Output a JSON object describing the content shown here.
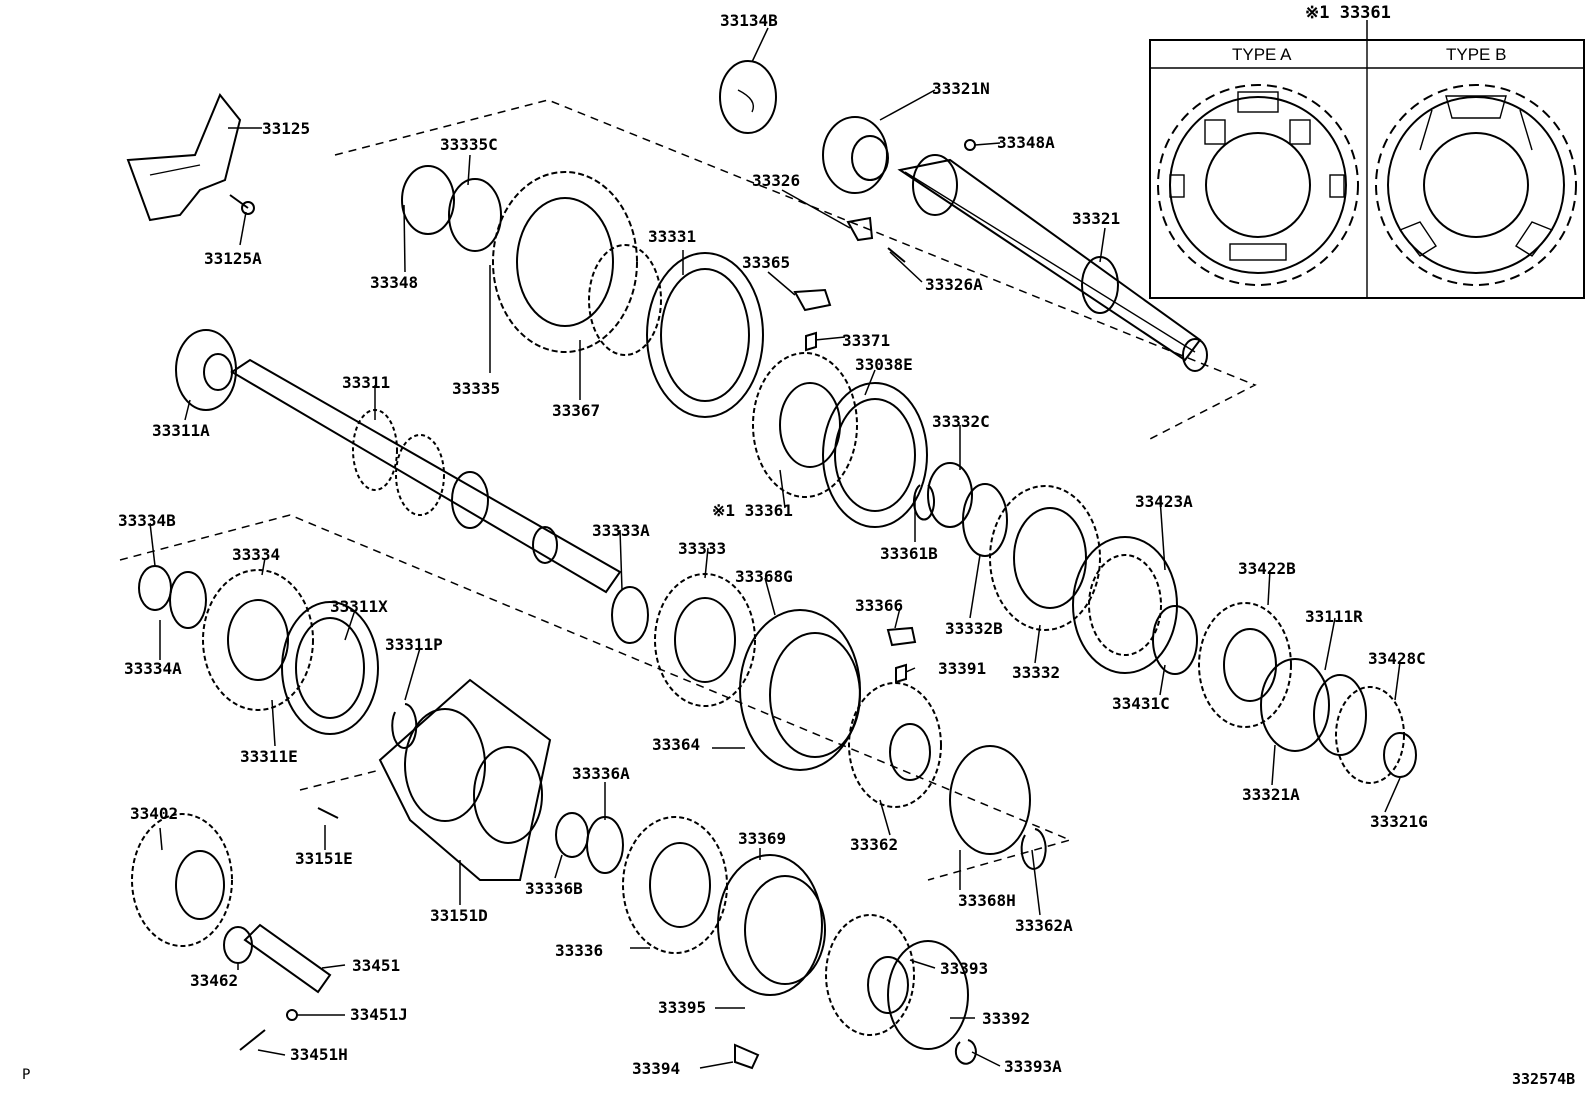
{
  "diagram": {
    "labels": {
      "p33134B": "33134B",
      "p33361_inset": "※1 33361",
      "type_a": "TYPE A",
      "type_b": "TYPE B",
      "p33321N": "33321N",
      "p33348A": "33348A",
      "p33326": "33326",
      "p33321": "33321",
      "p33326A": "33326A",
      "p33125": "33125",
      "p33125A": "33125A",
      "p33335C": "33335C",
      "p33348": "33348",
      "p33331": "33331",
      "p33365": "33365",
      "p33371": "33371",
      "p33038E": "33038E",
      "p33335": "33335",
      "p33367": "33367",
      "p33311": "33311",
      "p33311A": "33311A",
      "p33332C": "33332C",
      "p33361": "※1 33361",
      "p33423A": "33423A",
      "p33334B": "33334B",
      "p33334": "33334",
      "p33333A": "33333A",
      "p33333": "33333",
      "p33361B": "33361B",
      "p33368G": "33368G",
      "p33422B": "33422B",
      "p33366": "33366",
      "p33311X": "33311X",
      "p33332B": "33332B",
      "p33111R": "33111R",
      "p33311P": "33311P",
      "p33334A": "33334A",
      "p33391": "33391",
      "p33332": "33332",
      "p33428C": "33428C",
      "p33431C": "33431C",
      "p33311E": "33311E",
      "p33364": "33364",
      "p33336A": "33336A",
      "p33321A": "33321A",
      "p33402": "33402",
      "p33151E": "33151E",
      "p33362": "33362",
      "p33321G": "33321G",
      "p33369": "33369",
      "p33336B": "33336B",
      "p33368H": "33368H",
      "p33151D": "33151D",
      "p33362A": "33362A",
      "p33336": "33336",
      "p33451": "33451",
      "p33393": "33393",
      "p33462": "33462",
      "p33451J": "33451J",
      "p33395": "33395",
      "p33392": "33392",
      "p33451H": "33451H",
      "p33394": "33394",
      "p33393A": "33393A",
      "corner_p": "P",
      "diagram_code": "332574B"
    }
  }
}
